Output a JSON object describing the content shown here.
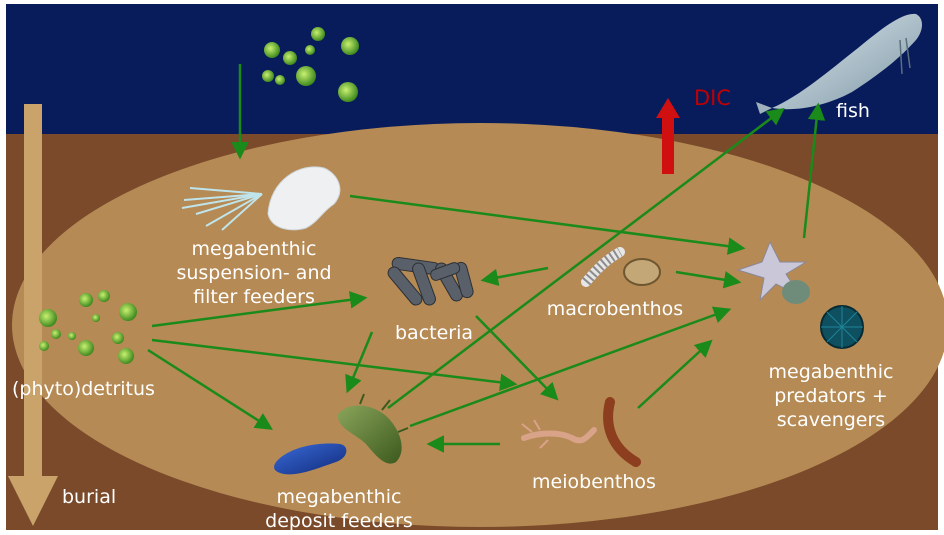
{
  "colors": {
    "water": "#081c5c",
    "sediment": "#7a4a2a",
    "ellipse": "#b58a54",
    "flux_arrow": "#1a8a1a",
    "dic_arrow": "#d01010",
    "burial_arrow": "#c9a36a"
  },
  "labels": {
    "fish": "fish",
    "dic": "DIC",
    "megabenthic_filter_line1": "megabenthic",
    "megabenthic_filter_line2": "suspension- and",
    "megabenthic_filter_line3": "filter feeders",
    "bacteria": "bacteria",
    "macrobenthos": "macrobenthos",
    "phytodetritus": "(phyto)detritus",
    "megabenthic_predators_line1": "megabenthic",
    "megabenthic_predators_line2": "predators +",
    "megabenthic_predators_line3": "scavengers",
    "meiobenthos": "meiobenthos",
    "megabenthic_deposit_line1": "megabenthic",
    "megabenthic_deposit_line2": "deposit feeders",
    "burial": "burial"
  },
  "icons": {
    "phytoplankton": "phytoplankton-cluster-icon",
    "detritus": "detritus-cluster-icon",
    "filter_feeders": "sea-lily-and-sponge-icon",
    "bacteria": "rod-bacteria-icon",
    "macrobenthos": "worm-and-clam-icon",
    "predators": "starfish-and-urchin-icon",
    "meiobenthos": "nematode-and-copepod-icon",
    "deposit_feeders": "sea-cucumber-icon",
    "fish": "fish-icon"
  }
}
